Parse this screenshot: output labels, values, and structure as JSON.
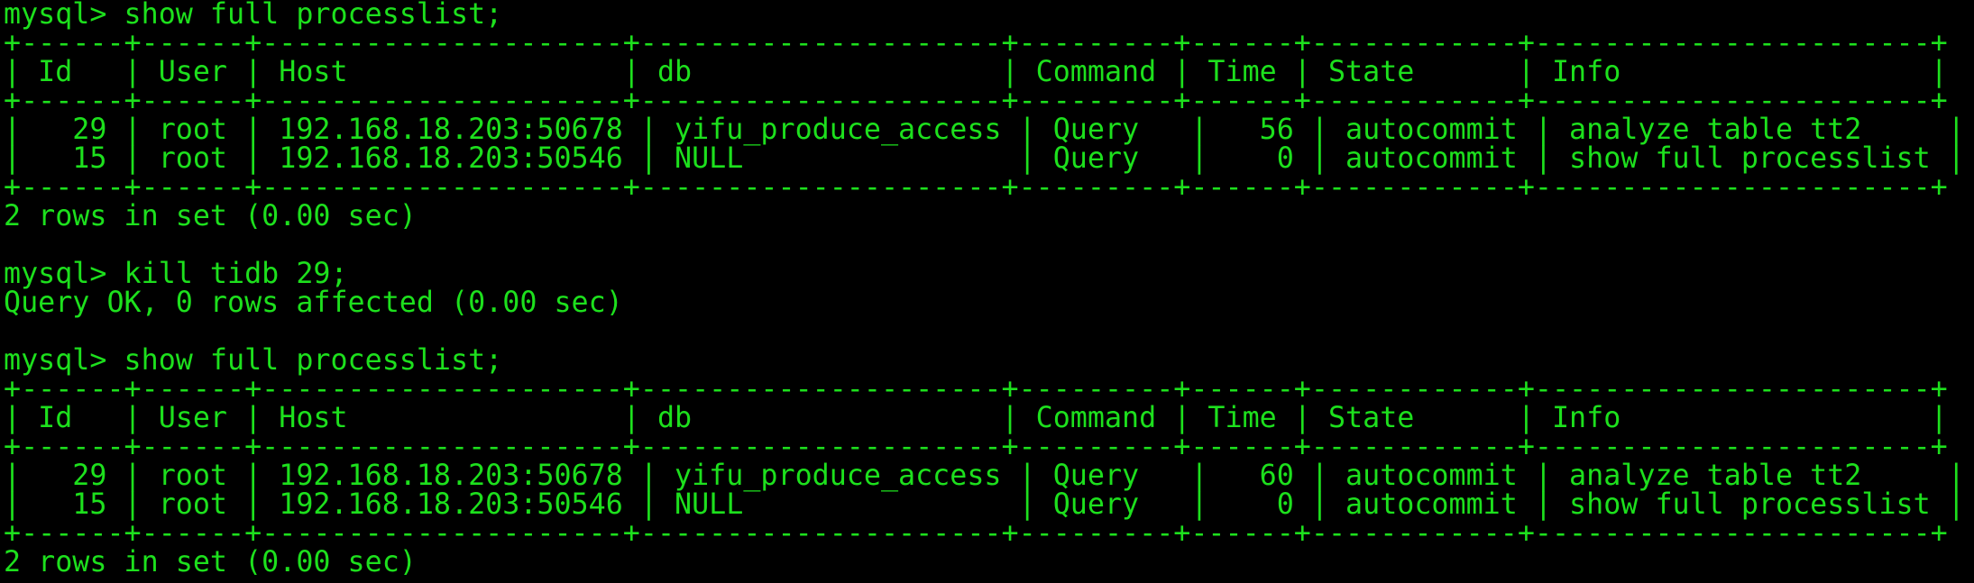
{
  "terminal": {
    "lines": [
      "mysql> show full processlist;",
      "+------+------+---------------------+---------------------+---------+------+------------+-----------------------+",
      "| Id   | User | Host                | db                  | Command | Time | State      | Info                  |",
      "+------+------+---------------------+---------------------+---------+------+------------+-----------------------+",
      "|   29 | root | 192.168.18.203:50678 | yifu_produce_access | Query   |   56 | autocommit | analyze table tt2     |",
      "|   15 | root | 192.168.18.203:50546 | NULL                | Query   |    0 | autocommit | show full processlist |",
      "+------+------+---------------------+---------------------+---------+------+------------+-----------------------+",
      "2 rows in set (0.00 sec)",
      "",
      "mysql> kill tidb 29;",
      "Query OK, 0 rows affected (0.00 sec)",
      "",
      "mysql> show full processlist;",
      "+------+------+---------------------+---------------------+---------+------+------------+-----------------------+",
      "| Id   | User | Host                | db                  | Command | Time | State      | Info                  |",
      "+------+------+---------------------+---------------------+---------+------+------------+-----------------------+",
      "|   29 | root | 192.168.18.203:50678 | yifu_produce_access | Query   |   60 | autocommit | analyze table tt2     |",
      "|   15 | root | 192.168.18.203:50546 | NULL                | Query   |    0 | autocommit | show full processlist |",
      "+------+------+---------------------+---------------------+---------+------+------------+-----------------------+",
      "2 rows in set (0.00 sec)"
    ]
  },
  "colors": {
    "background": "#000000",
    "text": "#1de01d"
  }
}
